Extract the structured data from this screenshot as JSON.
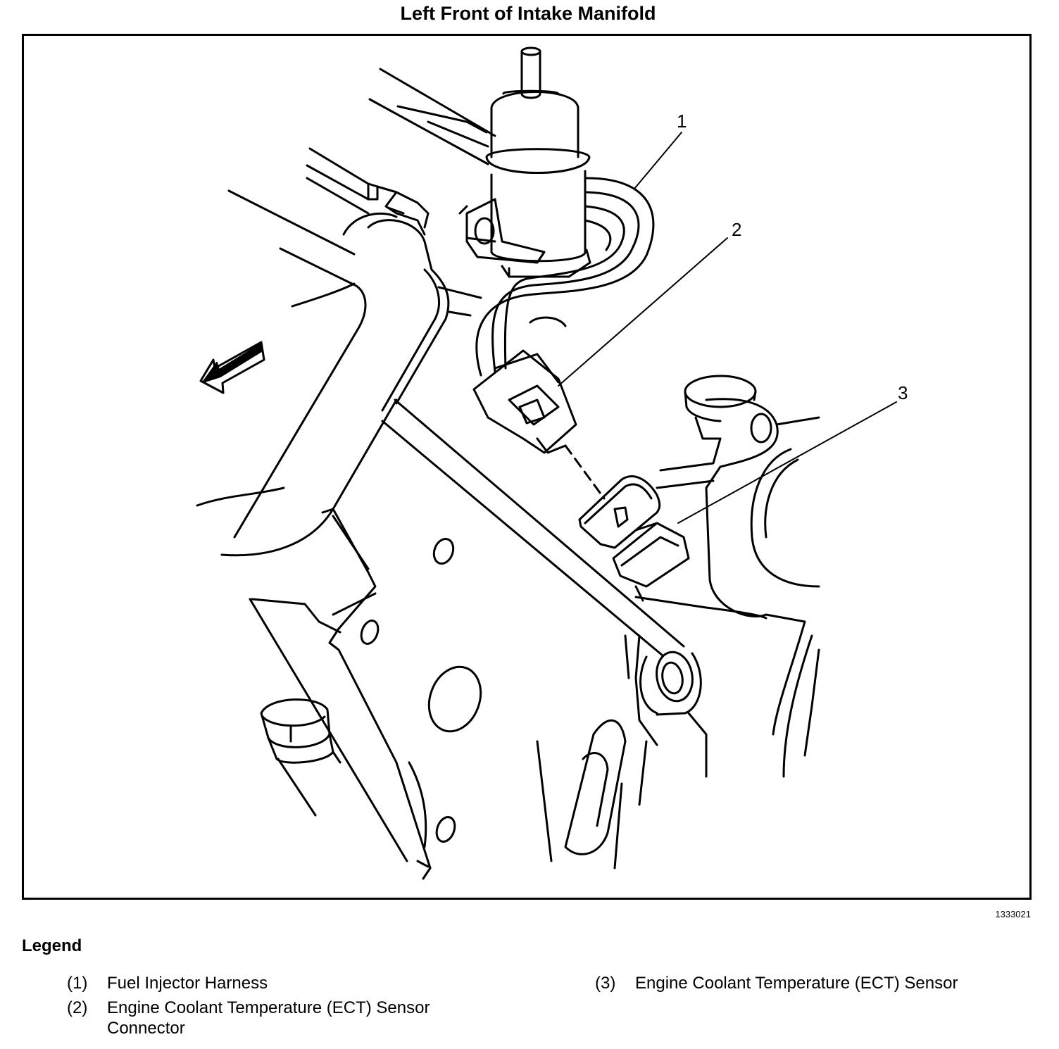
{
  "title": "Left Front of Intake Manifold",
  "figure_id": "1333021",
  "callouts": [
    "1",
    "2",
    "3"
  ],
  "legend": {
    "heading": "Legend",
    "items": [
      {
        "num": "(1)",
        "text": "Fuel Injector Harness"
      },
      {
        "num": "(2)",
        "text": "Engine Coolant Temperature (ECT) Sensor Connector"
      },
      {
        "num": "(3)",
        "text": "Engine Coolant Temperature (ECT) Sensor"
      }
    ]
  }
}
